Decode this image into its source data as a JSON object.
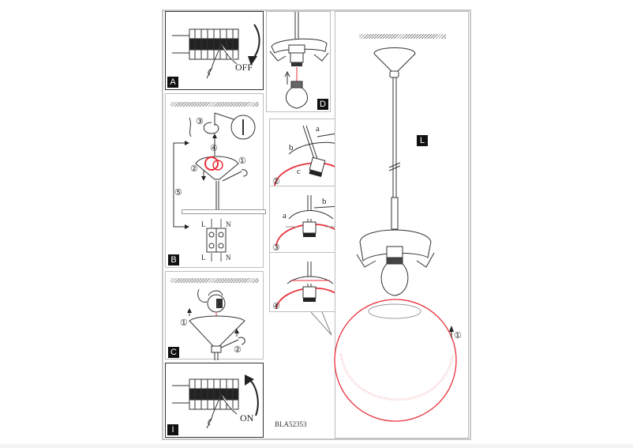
{
  "document": {
    "code": "BLA52353",
    "steps": {
      "A": {
        "tag": "A",
        "label": "OFF"
      },
      "D": {
        "tag": "D"
      },
      "B": {
        "tag": "B",
        "markers": [
          "①",
          "②",
          "③",
          "④",
          "⑤"
        ],
        "terminals_top": [
          "L",
          "N"
        ],
        "terminals_bottom": [
          "L",
          "N"
        ]
      },
      "C": {
        "tag": "C",
        "markers": [
          "①",
          "②"
        ]
      },
      "I": {
        "tag": "I",
        "label": "ON"
      },
      "middle": {
        "steps": [
          "②",
          "③",
          "④"
        ],
        "letters": {
          "a": "a",
          "b": "b",
          "c": "c"
        }
      },
      "L": {
        "tag": "L",
        "marker": "①"
      }
    }
  },
  "colors": {
    "frame": "#c8c8c8",
    "line": "#222222",
    "highlight": "#e8303a",
    "tag_bg": "#111111"
  }
}
